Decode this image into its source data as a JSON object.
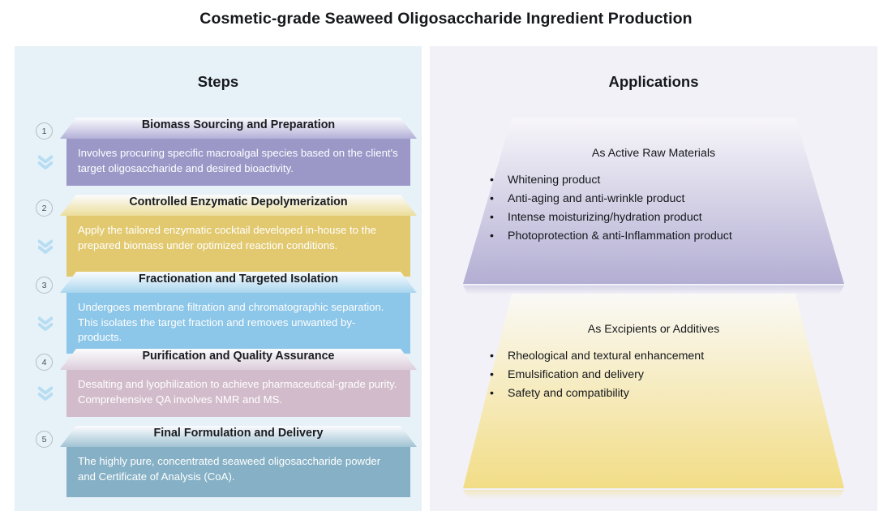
{
  "page_title": "Cosmetic-grade Seaweed Oligosaccharide Ingredient Production",
  "panels": {
    "steps": {
      "heading": "Steps",
      "background_color": "#e7f1f8"
    },
    "applications": {
      "heading": "Applications",
      "background_color": "#f2f1f7"
    }
  },
  "steps": [
    {
      "number": "1",
      "title": "Biomass Sourcing and Preparation",
      "description": "Involves procuring specific macroalgal species based on the client's target oligosaccharide and desired bioactivity.",
      "color": "#9b98c8",
      "lid_color": "#b3b0d8"
    },
    {
      "number": "2",
      "title": "Controlled Enzymatic Depolymerization",
      "description": "Apply the tailored enzymatic cocktail developed in-house to the prepared biomass under optimized reaction conditions.",
      "color": "#e2c96f",
      "lid_color": "#ecdd9a"
    },
    {
      "number": "3",
      "title": "Fractionation and Targeted Isolation",
      "description": "Undergoes membrane filtration and chromatographic separation. This isolates the target fraction and removes unwanted by-products.",
      "color": "#8cc6e8",
      "lid_color": "#a9d6ef"
    },
    {
      "number": "4",
      "title": "Purification and Quality Assurance",
      "description": "Desalting and lyophilization to achieve pharmaceutical-grade purity. Comprehensive QA involves NMR and MS.",
      "color": "#d2bccb",
      "lid_color": "#ddcedb"
    },
    {
      "number": "5",
      "title": "Final Formulation and Delivery",
      "description": "The highly pure, concentrated seaweed oligosaccharide powder and Certificate of Analysis (CoA).",
      "color": "#85b0c5",
      "lid_color": "#a1c3d4"
    }
  ],
  "applications": [
    {
      "heading": "As Active Raw Materials",
      "bullet": "•",
      "items": [
        "Whitening product",
        "Anti-aging and anti-wrinkle product",
        "Intense moisturizing/hydration product",
        "Photoprotection & anti-Inflammation product"
      ],
      "color_top": "#f7f6fa",
      "color_bottom": "#b3aed3"
    },
    {
      "heading": "As Excipients or Additives",
      "bullet": "•",
      "items": [
        "Rheological and textural enhancement",
        "Emulsification and delivery",
        "Safety and compatibility"
      ],
      "color_top": "#faf9f6",
      "color_bottom": "#f2dd86"
    }
  ],
  "icons": {
    "chevron_color": "#b7ddf2",
    "step_marker_border": "#b7bcc4"
  }
}
